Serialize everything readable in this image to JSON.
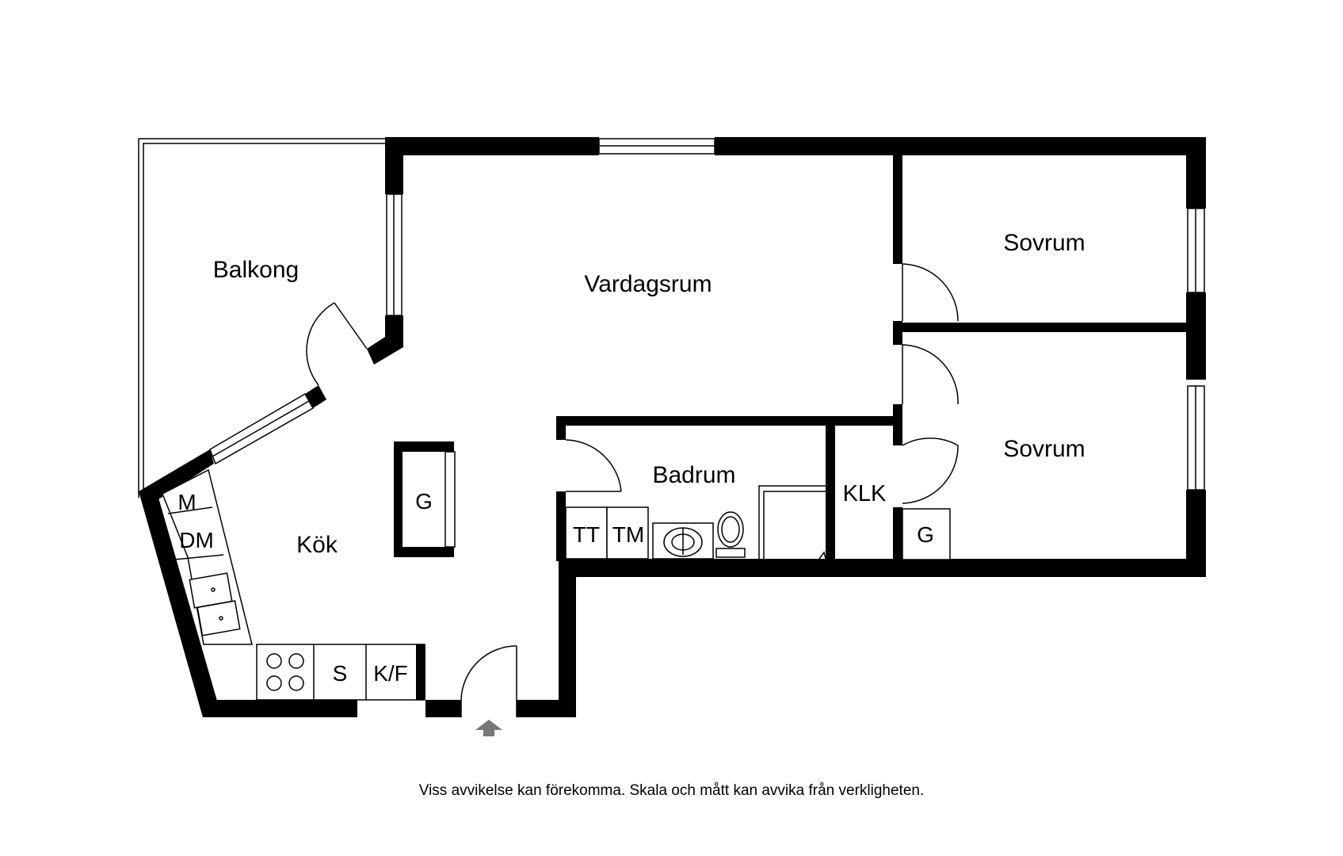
{
  "rooms": {
    "balcony": "Balkong",
    "living_room": "Vardagsrum",
    "bedroom_1": "Sovrum",
    "bedroom_2": "Sovrum",
    "bathroom": "Badrum",
    "kitchen": "Kök",
    "walk_in_closet": "KLK"
  },
  "fixtures": {
    "microwave": "M",
    "dishwasher": "DM",
    "wardrobe_kitchen": "G",
    "washing_machine": "TT",
    "dryer": "TM",
    "stove_cabinet": "S",
    "fridge_freezer": "K/F",
    "wardrobe_bedroom": "G"
  },
  "disclaimer": "Viss avvikelse kan förekomma. Skala och mått kan avvika från verkligheten."
}
